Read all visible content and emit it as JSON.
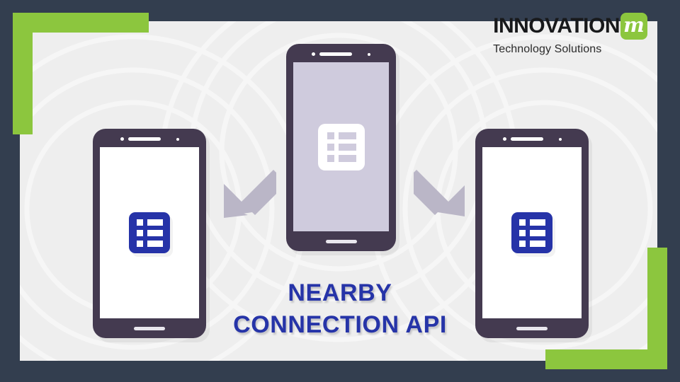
{
  "theme": {
    "outer_background": "#333e4f",
    "panel_background": "#eeeeee",
    "accent_green": "#8cc63e",
    "accent_blue": "#2634a8",
    "phone_body": "#443a50",
    "center_screen": "#cfcbdd",
    "arrow_color": "#bab6c7"
  },
  "logo": {
    "word_main": "INNOVATION",
    "badge_letter": "m",
    "tagline": "Technology Solutions"
  },
  "title": {
    "line1": "NEARBY",
    "line2": "CONNECTION API"
  },
  "phones": [
    {
      "id": "left",
      "screen_color": "#ffffff",
      "icon": "list-icon",
      "icon_style": "blue"
    },
    {
      "id": "center",
      "screen_color": "#cfcbdd",
      "icon": "list-icon",
      "icon_style": "white"
    },
    {
      "id": "right",
      "screen_color": "#ffffff",
      "icon": "list-icon",
      "icon_style": "blue"
    }
  ],
  "arrows": [
    {
      "id": "left-arrow",
      "direction": "down-left"
    },
    {
      "id": "right-arrow",
      "direction": "down-right"
    }
  ],
  "decorations": {
    "corner_top_left": "green-bracket",
    "corner_bottom_right": "green-bracket",
    "background_rings": "concentric-circles"
  }
}
